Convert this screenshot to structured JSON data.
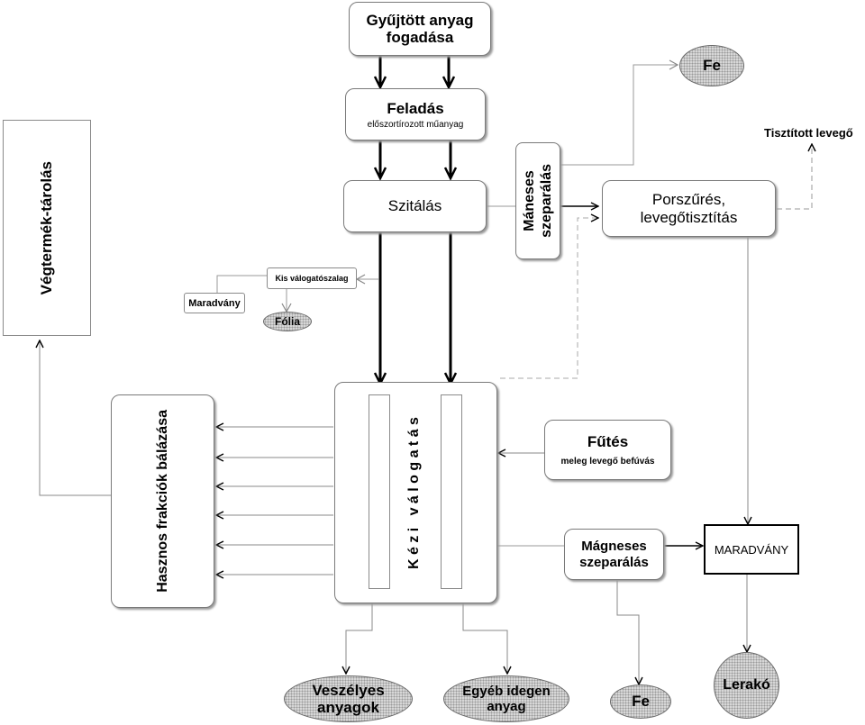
{
  "nodes": {
    "gyujtott": "Gyűjtött anyag\nfogadása",
    "feladas_title": "Feladás",
    "feladas_sub": "előszortírozott műanyag",
    "szitalas": "Szitálás",
    "maneses": "Máneses\nszeparálás",
    "fe_top": "Fe",
    "tisztitott": "Tisztított levegő",
    "porszures": "Porszűrés,\nlevegőtisztítás",
    "vegtermek": "Végtermék-tárolás",
    "kis_valogato": "Kis válogatószalag",
    "maradvany_small": "Maradvány",
    "folia": "Fólia",
    "hasznos": "Hasznos frakciók bálázása",
    "kezi": "K é z i   v á l o g a t á s",
    "futes_title": "Fűtés",
    "futes_sub": "meleg levegő befúvás",
    "magneses": "Mágneses\nszeparálás",
    "maradvany_big": "MARADVÁNY",
    "lerako": "Lerakó",
    "veszelyes": "Veszélyes\nanyagok",
    "egyeb": "Egyéb idegen\nanyag",
    "fe_bottom": "Fe"
  }
}
